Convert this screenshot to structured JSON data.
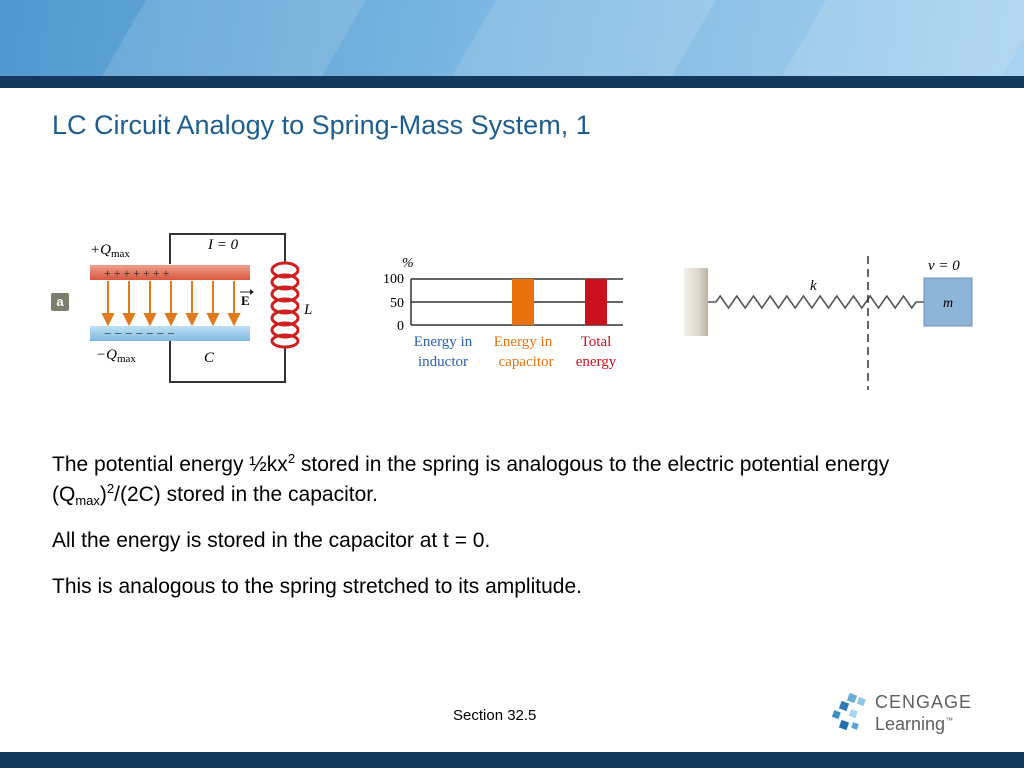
{
  "slide": {
    "title": "LC Circuit Analogy to Spring-Mass System, 1",
    "section_label": "Section  32.5"
  },
  "figure_a": {
    "panel_label": "a",
    "plus_q": "+Q",
    "minus_q": "−Q",
    "subscript_max": "max",
    "current_label": "I = 0",
    "field_label": "E",
    "inductor_label": "L",
    "capacitor_label": "C",
    "plus_signs": "+  +  +  +  +  +  +",
    "minus_signs": "−  −  −  −  −  −  −",
    "colors": {
      "positive_plate": "#e8735a",
      "negative_plate": "#8ec6ea",
      "field_arrows": "#e07a1e",
      "inductor": "#d0201e"
    }
  },
  "energy_chart": {
    "axis_unit": "%",
    "ticks": [
      "100",
      "50",
      "0"
    ],
    "bars": [
      {
        "line1": "Energy in",
        "line2": "inductor",
        "value": 0,
        "color": "#2b5fa8"
      },
      {
        "line1": "Energy in",
        "line2": "capacitor",
        "value": 100,
        "color": "#e8720c"
      },
      {
        "line1": "Total",
        "line2": "energy",
        "value": 100,
        "color": "#c8101e"
      }
    ]
  },
  "spring_figure": {
    "velocity_label": "v = 0",
    "spring_label": "k",
    "mass_label": "m",
    "colors": {
      "mass": "#8eb4d8",
      "wall": "#ddd9cd"
    }
  },
  "body": {
    "p1_a": "The potential energy ½kx",
    "p1_sup1": "2",
    "p1_b": " stored in the spring is analogous to the electric potential energy (Q",
    "p1_sub": "max",
    "p1_c": ")",
    "p1_sup2": "2",
    "p1_d": "/(2C) stored in the capacitor.",
    "p2": "All the energy is stored in the capacitor at t = 0.",
    "p3": "This is analogous to the spring stretched to its amplitude."
  },
  "logo": {
    "brand": "CENGAGE",
    "learning": "Learning",
    "trademark": "™"
  }
}
